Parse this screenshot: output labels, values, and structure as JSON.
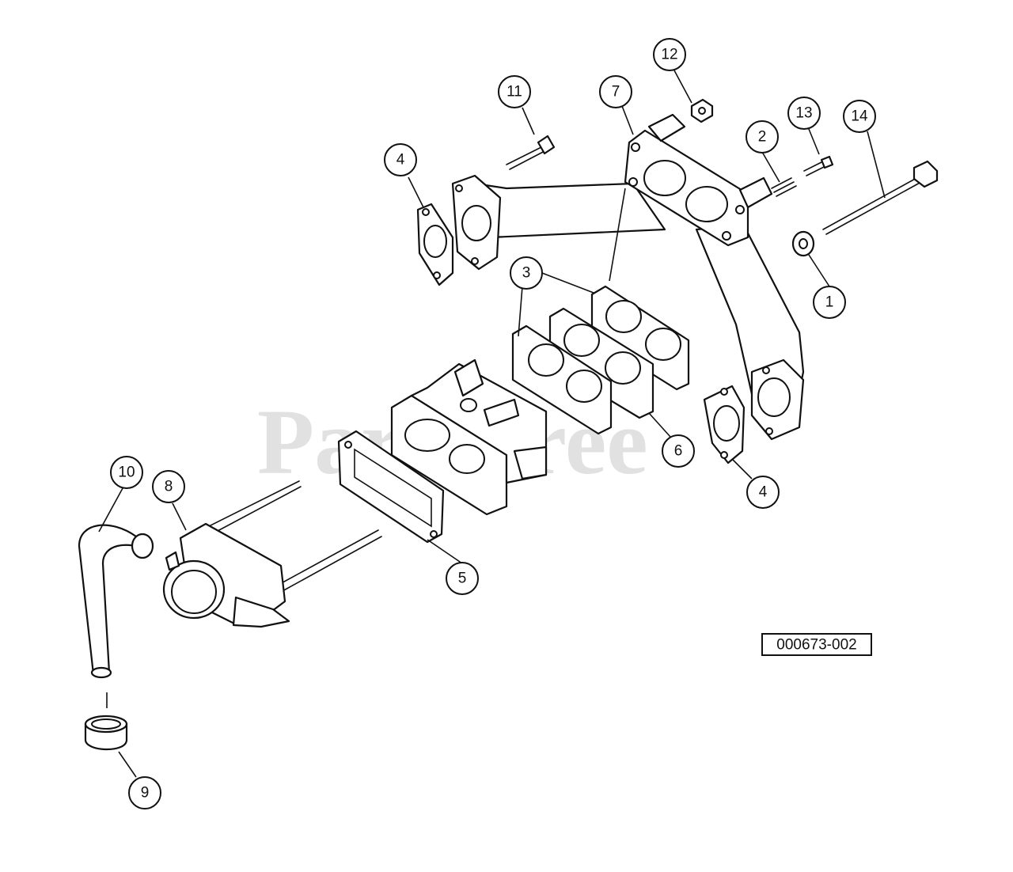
{
  "watermark": "PartsTree",
  "diagram_id": "000673-002",
  "callouts": [
    "1",
    "2",
    "3",
    "4",
    "5",
    "6",
    "7",
    "8",
    "9",
    "10",
    "11",
    "12",
    "13",
    "14"
  ]
}
